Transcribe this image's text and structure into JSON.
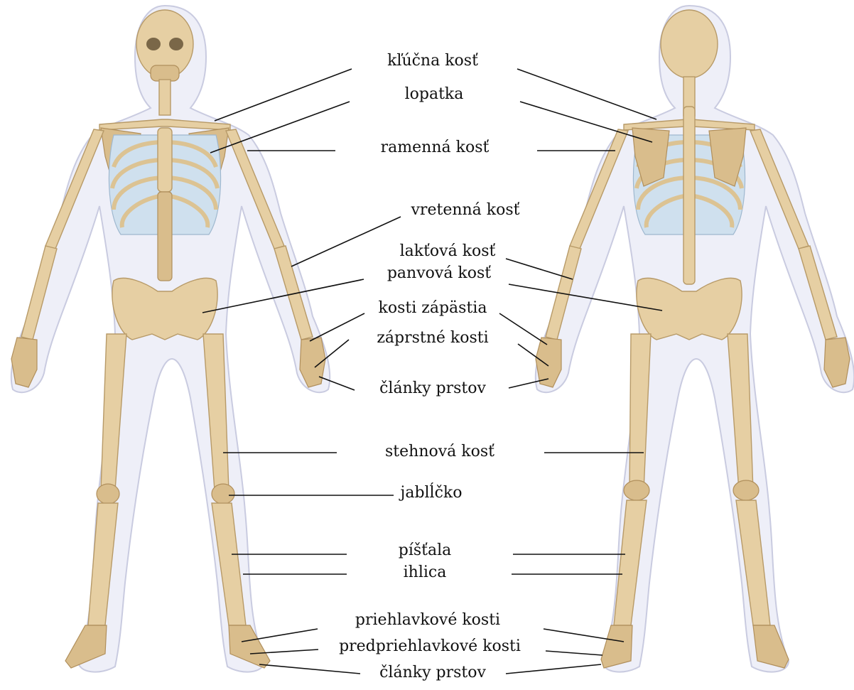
{
  "colors": {
    "bone": "#e6cfa3",
    "bone_shadow": "#d9bd8c",
    "cartilage": "#cfe0ee",
    "body_outline": "#eeeff8",
    "leader_line": "#111111"
  },
  "labels": {
    "klucna": "kľúčna kosť",
    "lopatka": "lopatka",
    "ramenna": "ramenná kosť",
    "vretenna": "vretenná kosť",
    "laktova": "lakťová kosť",
    "panvova": "panvová kosť",
    "zapastie": "kosti zápästia",
    "zaprstne": "záprstné kosti",
    "clanky_ruka": "články prstov",
    "stehnova": "stehnová kosť",
    "jablcko": "jablĺčko",
    "pistala": "píšťala",
    "ihlica": "ihlica",
    "priehlavkove": "priehlavkové kosti",
    "predpriehlavkove": "predpriehlavkové kosti",
    "clanky_noha": "články prstov"
  }
}
